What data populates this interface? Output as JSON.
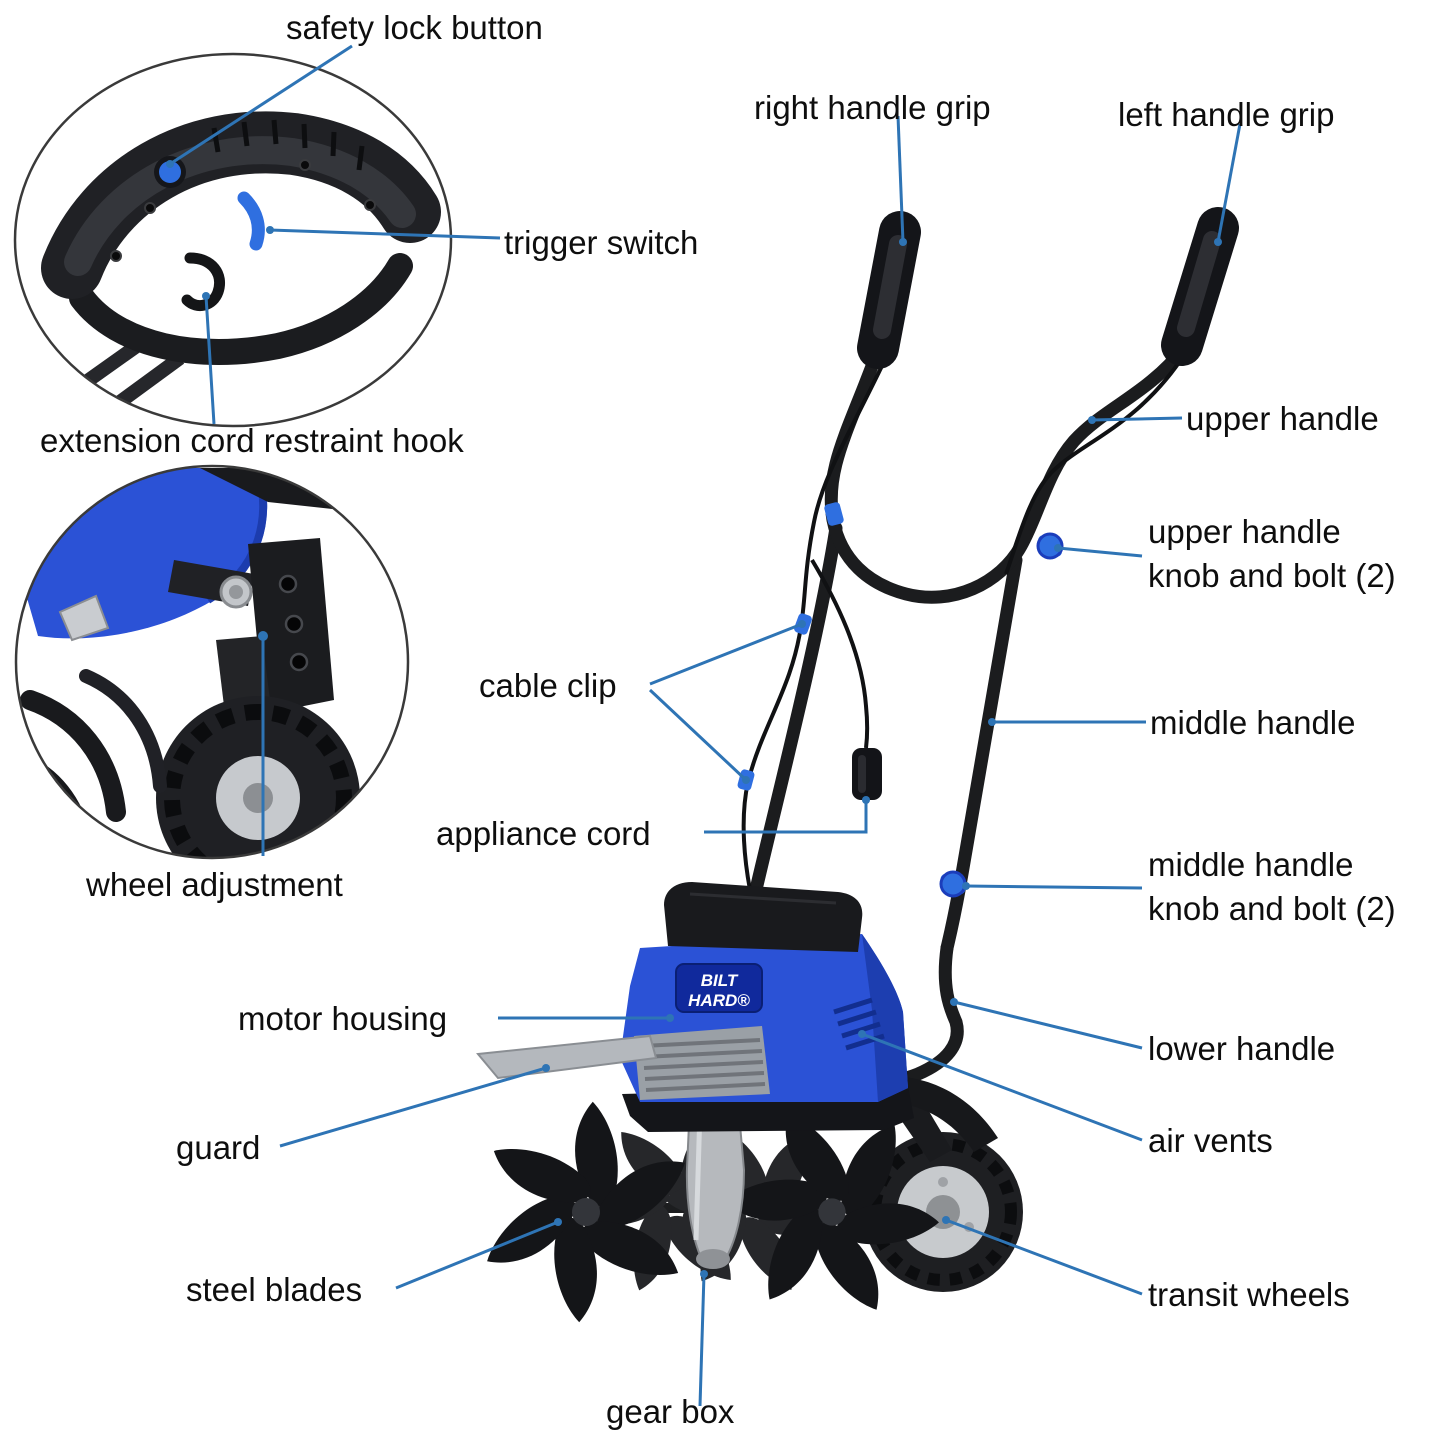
{
  "diagram": {
    "brand_line1": "BILT",
    "brand_line2": "HARD®",
    "labels": {
      "safety_lock": "safety lock button",
      "trigger_switch": "trigger switch",
      "cord_hook": "extension cord restraint hook",
      "wheel_adjustment": "wheel adjustment",
      "right_grip": "right handle grip",
      "left_grip": "left handle grip",
      "upper_handle": "upper handle",
      "upper_knob_line1": "upper handle",
      "upper_knob_line2": "knob and bolt (2)",
      "cable_clip": "cable clip",
      "middle_handle": "middle handle",
      "appliance_cord": "appliance cord",
      "middle_knob_line1": "middle handle",
      "middle_knob_line2": "knob and bolt (2)",
      "motor_housing": "motor housing",
      "lower_handle": "lower handle",
      "guard": "guard",
      "air_vents": "air vents",
      "steel_blades": "steel blades",
      "transit_wheels": "transit wheels",
      "gear_box": "gear box"
    },
    "colors": {
      "leader_line": "#2e74b5",
      "machine_blue": "#2b52d6",
      "accent_blue": "#2f6fe0",
      "frame_black": "#1b1c1e"
    }
  }
}
